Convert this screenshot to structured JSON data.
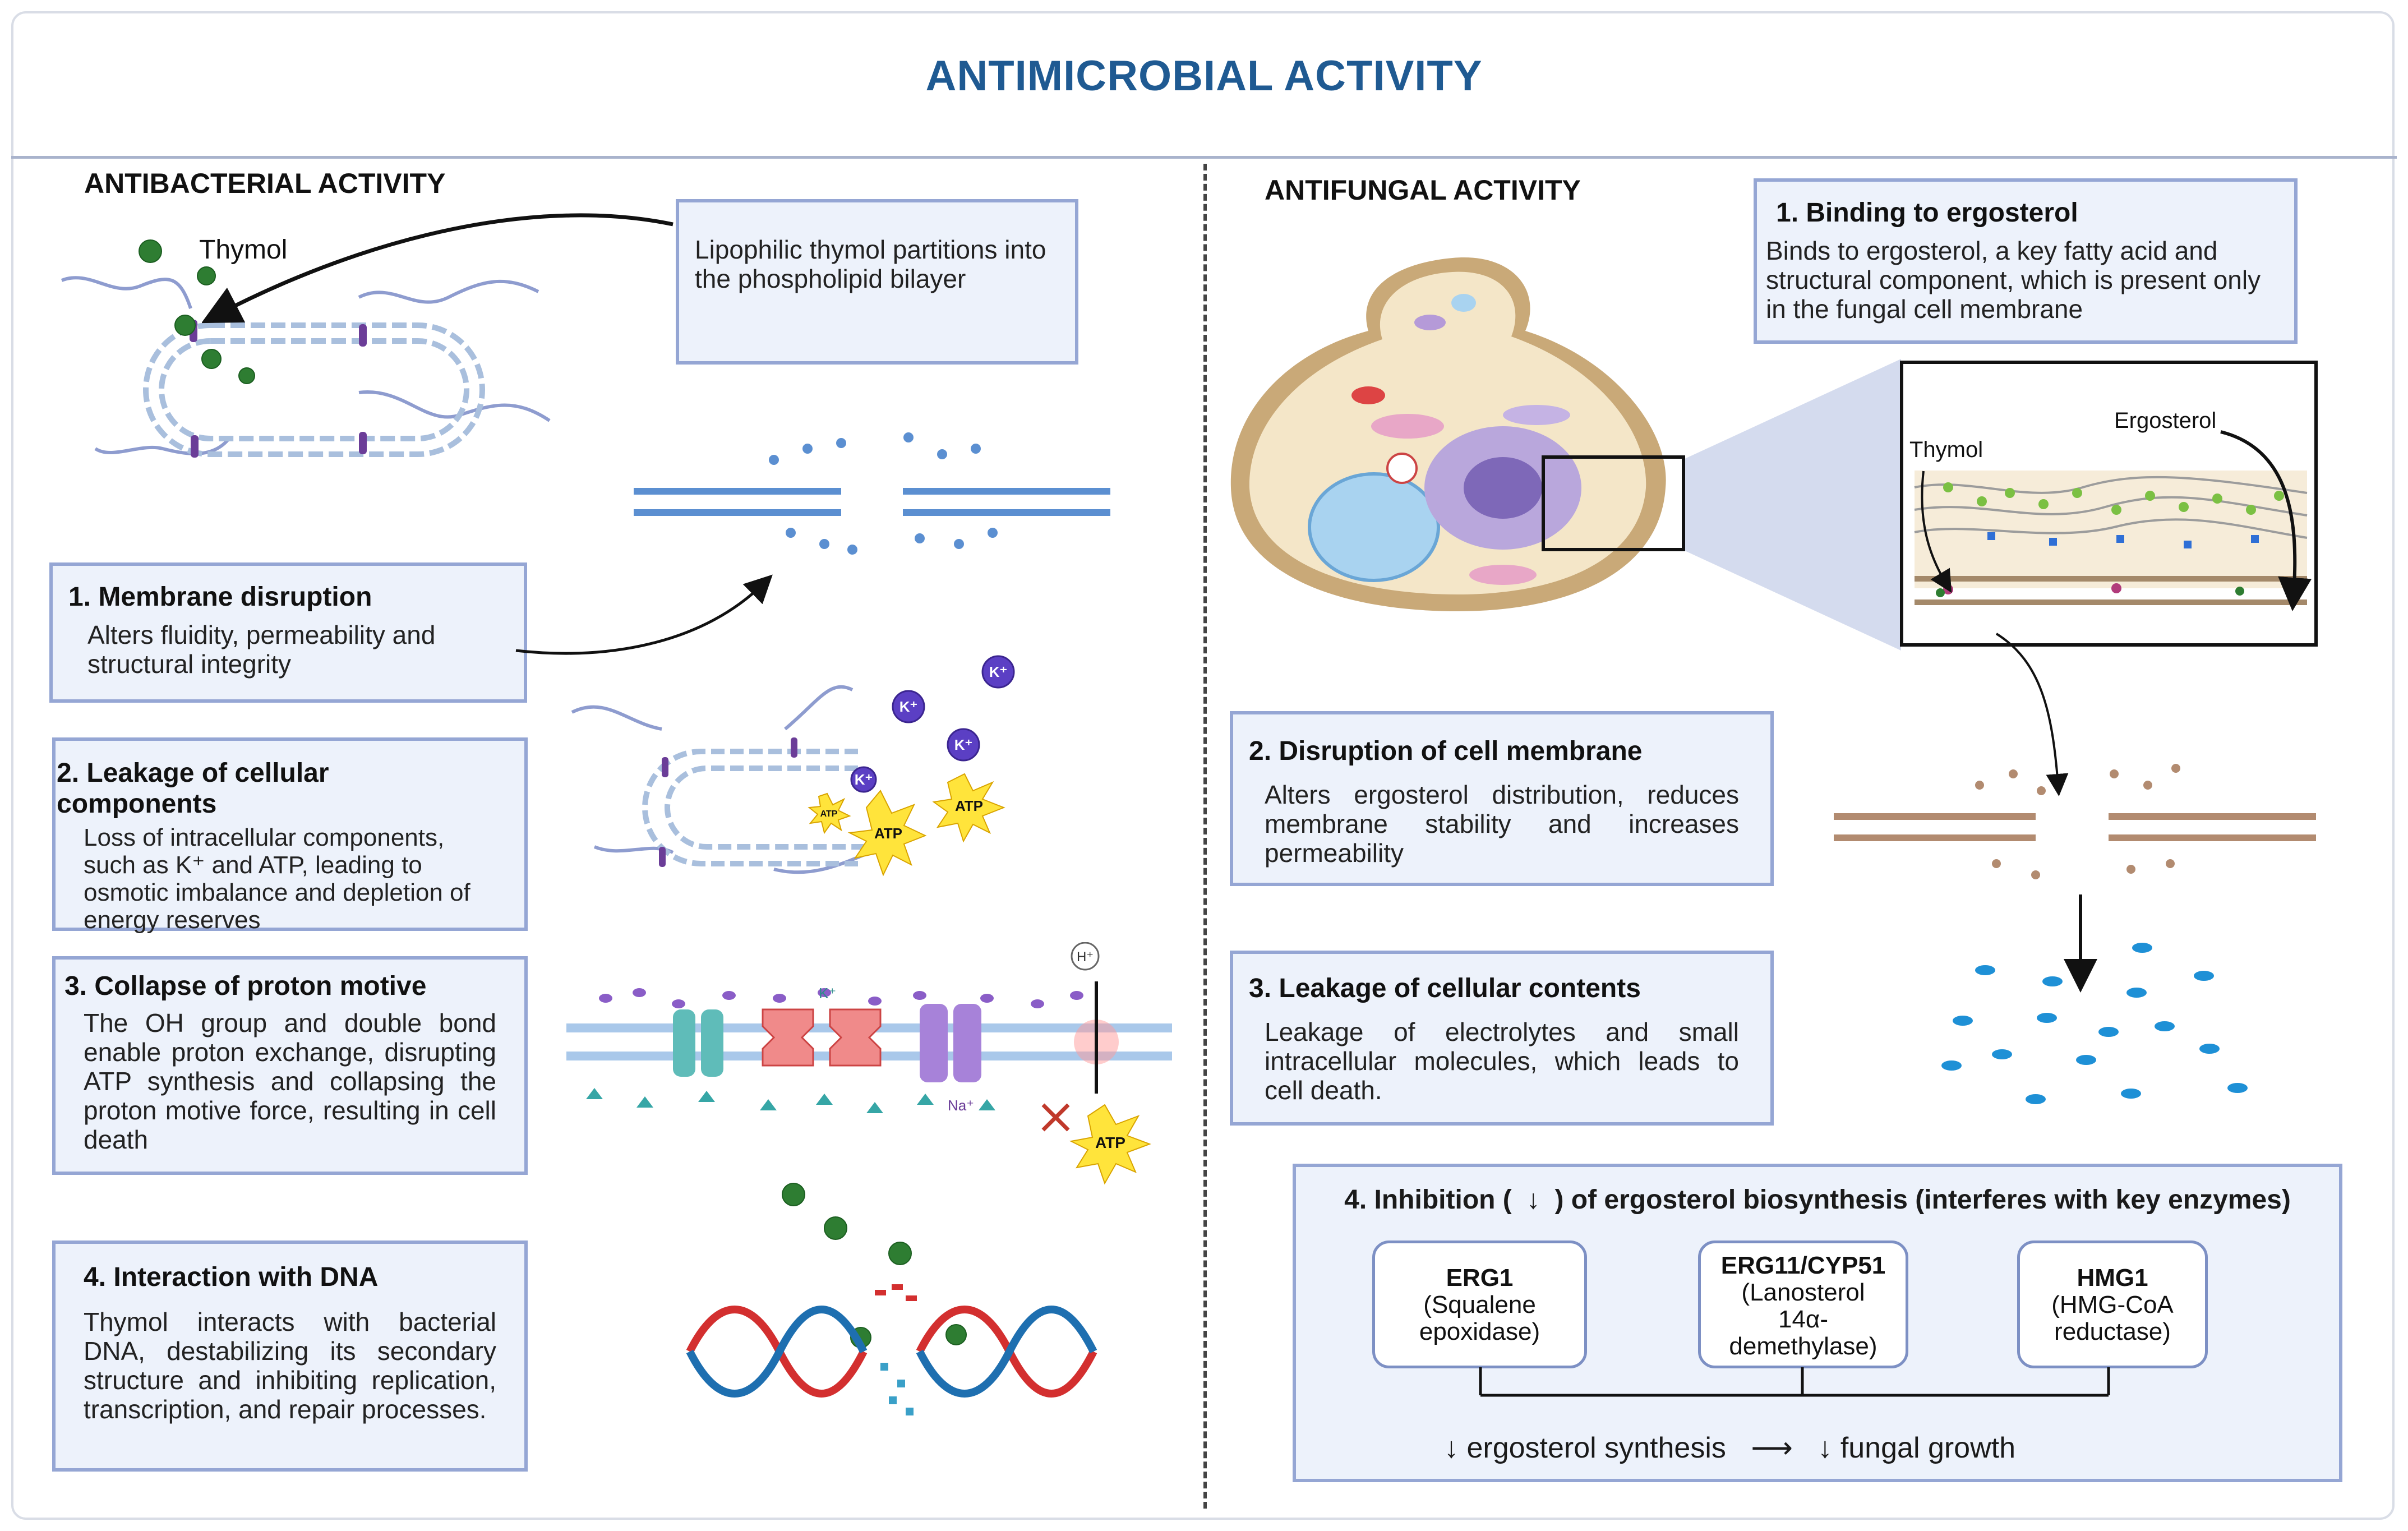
{
  "title": "ANTIMICROBIAL ACTIVITY",
  "antibacterial": {
    "title": "ANTIBACTERIAL ACTIVITY",
    "thymol_label": "Thymol",
    "intro_box": "Lipophilic thymol partitions into the phospholipid bilayer",
    "steps": [
      {
        "head": "1.  Membrane disruption",
        "body": "Alters fluidity, permeability and structural integrity"
      },
      {
        "head": "2. Leakage of cellular components",
        "body": "Loss of intracellular components, such as K⁺ and ATP, leading to osmotic imbalance and depletion of energy reserves"
      },
      {
        "head": "3. Collapse of proton motive",
        "body": "The OH group and double bond enable proton exchange, disrupting ATP synthesis and collapsing the proton motive force, resulting  in cell death"
      },
      {
        "head": "4. Interaction with DNA",
        "body": "Thymol interacts with bacterial DNA, destabilizing its secondary structure and inhibiting replication, transcription, and repair processes."
      }
    ],
    "ion_labels": {
      "k": "K⁺",
      "atp": "ATP",
      "na": "Na⁺",
      "h": "H⁺"
    }
  },
  "antifungal": {
    "title": "ANTIFUNGAL ACTIVITY",
    "steps": [
      {
        "head": "1.  Binding to ergosterol",
        "body": "Binds to ergosterol, a key fatty acid and structural component, which is present only in the fungal cell membrane"
      },
      {
        "head": "2. Disruption of cell membrane",
        "body": "Alters ergosterol distribution, reduces membrane stability and increases permeability"
      },
      {
        "head": "3. Leakage of cellular contents",
        "body": "Leakage of electrolytes and small intracellular molecules, which leads to cell death."
      }
    ],
    "zoom_labels": {
      "thymol": "Thymol",
      "ergosterol": "Ergosterol"
    },
    "inhibition": {
      "head_prefix": "4. Inhibition (",
      "head_suffix": ") of ergosterol biosynthesis  (interferes with key enzymes)",
      "enzymes": [
        {
          "name": "ERG1",
          "desc": "(Squalene epoxidase)"
        },
        {
          "name": "ERG11/CYP51",
          "desc": "(Lanosterol 14α-demethylase)"
        },
        {
          "name": "HMG1",
          "desc": "(HMG-CoA reductase)"
        }
      ],
      "outcome_1": "ergosterol synthesis",
      "outcome_2": "fungal growth"
    }
  },
  "colors": {
    "title_blue": "#1f5a92",
    "box_fill": "#edf2fb",
    "box_border": "#95a6d4",
    "thymol_green": "#2e7d32",
    "membrane_blue": "#5b8fd1",
    "potassium_purple": "#5b3fc4",
    "atp_yellow": "#ffe43b",
    "dna_red": "#d32f2f",
    "dna_blue": "#1e6fb0"
  }
}
